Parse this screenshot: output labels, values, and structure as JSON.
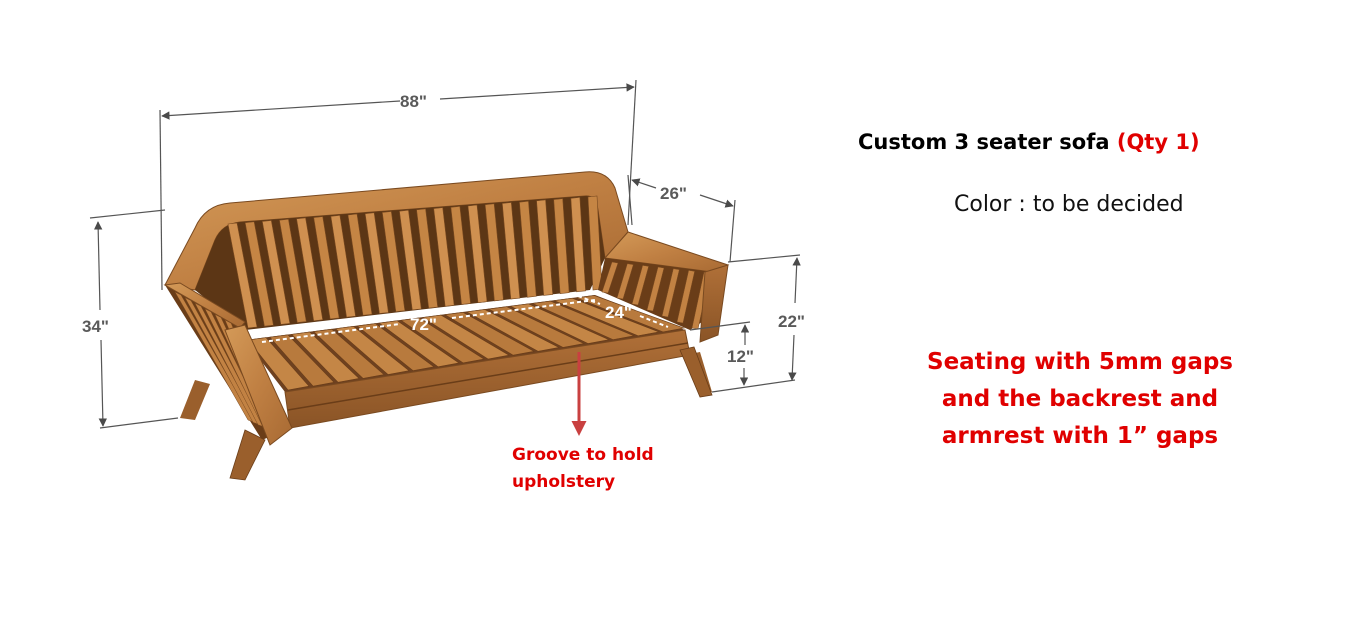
{
  "dimensions": {
    "overall_width": "88\"",
    "depth": "26\"",
    "overall_height": "34\"",
    "arm_height": "22\"",
    "seat_height": "12\"",
    "seat_width": "72\"",
    "seat_depth": "24\""
  },
  "callout": {
    "line1": "Groove to hold",
    "line2": "upholstery"
  },
  "spec": {
    "title": "Custom 3 seater sofa",
    "qty": "(Qty 1)",
    "color_line": "Color : to be decided",
    "note_lines": [
      "Seating with 5mm gaps",
      "and the backrest and",
      "armrest with 1” gaps"
    ]
  },
  "colors": {
    "accent_red": "#e00000",
    "wood_light": "#c98a4a",
    "wood_dark": "#8a5426",
    "dimension_gray": "#5a5a5a"
  }
}
